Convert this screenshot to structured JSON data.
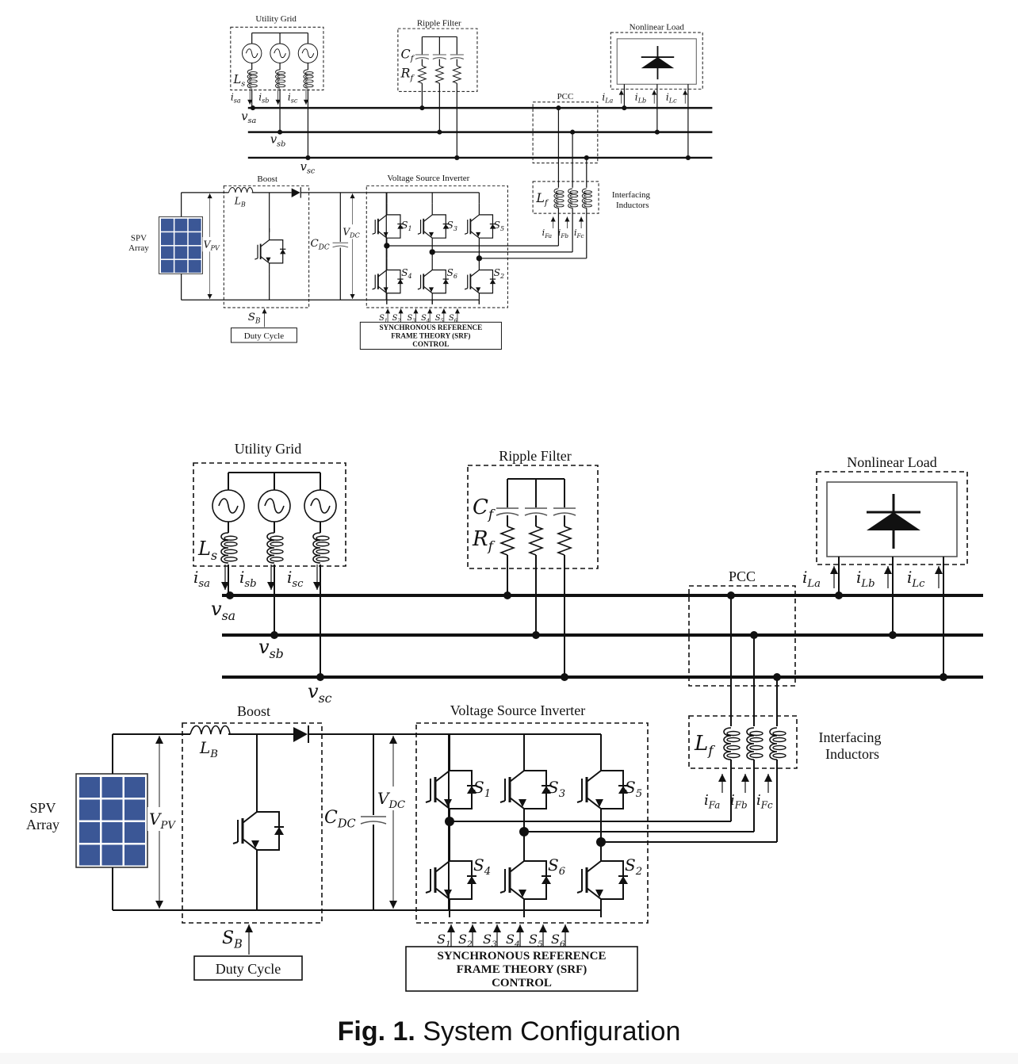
{
  "figure": {
    "caption_prefix": "Fig. 1.",
    "caption_text": "System Configuration"
  },
  "blocks": {
    "utility_grid": "Utility  Grid",
    "ripple_filter": "Ripple Filter",
    "nonlinear_load": "Nonlinear Load",
    "pcc": "PCC",
    "boost": "Boost",
    "vsi": "Voltage Source Inverter",
    "interfacing_line1": "Interfacing",
    "interfacing_line2": "Inductors",
    "spv_line1": "SPV",
    "spv_line2": "Array",
    "duty_cycle": "Duty Cycle",
    "srf_line1": "SYNCHRONOUS REFERENCE",
    "srf_line2": "FRAME THEORY (SRF)",
    "srf_line3": "CONTROL"
  },
  "symbols": {
    "Ls": [
      "L",
      "s"
    ],
    "Cf": [
      "C",
      "f"
    ],
    "Rf": [
      "R",
      "f"
    ],
    "Lf": [
      "L",
      "f"
    ],
    "LB": [
      "L",
      "B"
    ],
    "SB": [
      "S",
      "B"
    ],
    "VPV": [
      "V",
      "PV"
    ],
    "VDC": [
      "V",
      "DC"
    ],
    "CDC": [
      "C",
      "DC"
    ],
    "source_currents": [
      [
        "i",
        "sa"
      ],
      [
        "i",
        "sb"
      ],
      [
        "i",
        "sc"
      ]
    ],
    "source_voltages": [
      [
        "v",
        "sa"
      ],
      [
        "v",
        "sb"
      ],
      [
        "v",
        "sc"
      ]
    ],
    "load_currents": [
      [
        "i",
        "La"
      ],
      [
        "i",
        "Lb"
      ],
      [
        "i",
        "Lc"
      ]
    ],
    "filter_currents": [
      [
        "i",
        "Fa"
      ],
      [
        "i",
        "Fb"
      ],
      [
        "i",
        "Fc"
      ]
    ],
    "switches_top": [
      [
        "S",
        "1"
      ],
      [
        "S",
        "3"
      ],
      [
        "S",
        "5"
      ]
    ],
    "switches_bottom": [
      [
        "S",
        "4"
      ],
      [
        "S",
        "6"
      ],
      [
        "S",
        "2"
      ]
    ],
    "gate_signals": [
      [
        "S",
        "1"
      ],
      [
        "S",
        "2"
      ],
      [
        "S",
        "3"
      ],
      [
        "S",
        "4"
      ],
      [
        "S",
        "5"
      ],
      [
        "S",
        "6"
      ]
    ]
  },
  "colors": {
    "pv_cell": "#3b5796",
    "line": "#111111"
  },
  "copies": [
    "small-diagram",
    "large-diagram"
  ]
}
